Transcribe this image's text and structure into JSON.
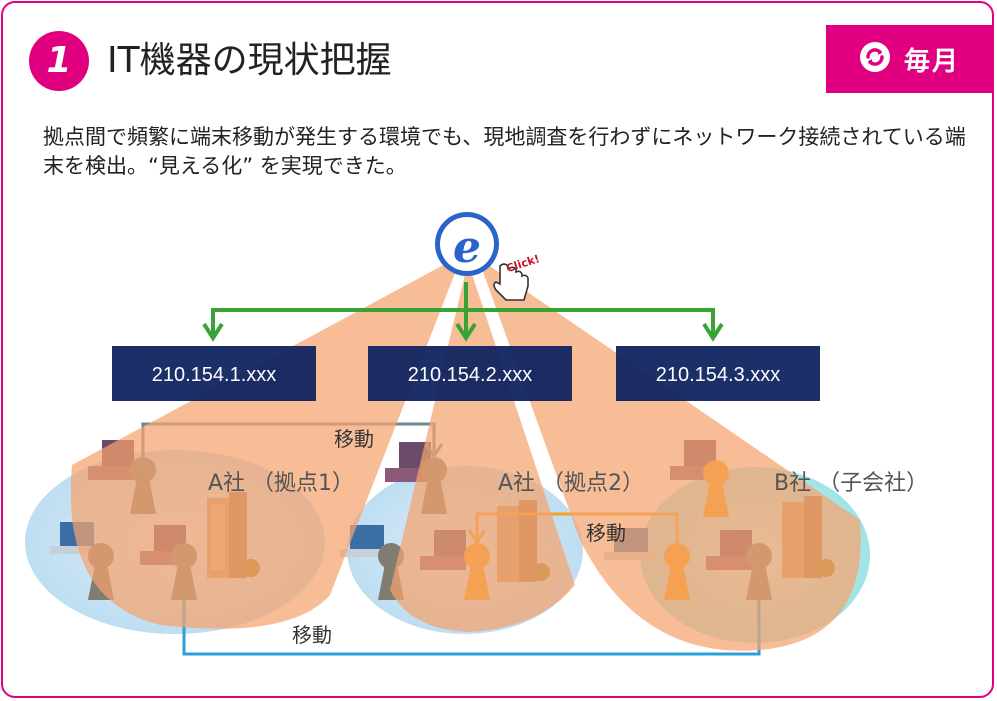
{
  "header": {
    "number": "1",
    "title": "IT機器の現状把握",
    "frequency": "毎月",
    "frequency_icon": "cycle-icon"
  },
  "description": "拠点間で頻繁に端末移動が発生する環境でも、現地調査を行わずにネットワーク接続されている端末を検出。“見える化” を実現できた。",
  "diagram": {
    "app_logo_letter": "e",
    "click_label": "Click!",
    "subnets": [
      "210.154.1.xxx",
      "210.154.2.xxx",
      "210.154.3.xxx"
    ],
    "sites": [
      "A社 （拠点1）",
      "A社 （拠点2）",
      "B社 （子会社）"
    ],
    "move_labels": [
      "移動",
      "移動",
      "移動"
    ]
  },
  "colors": {
    "accent": "#e0007f",
    "subnet_box": "#0b1f5c",
    "beam": "#f5a46e",
    "arrow_green": "#3aa335",
    "move_line_gray": "#6f8a8f",
    "move_line_blue": "#2aa0d8",
    "move_line_orange": "#f5a020",
    "device_gray": "#7f7c72",
    "device_orange": "#f59a10"
  }
}
